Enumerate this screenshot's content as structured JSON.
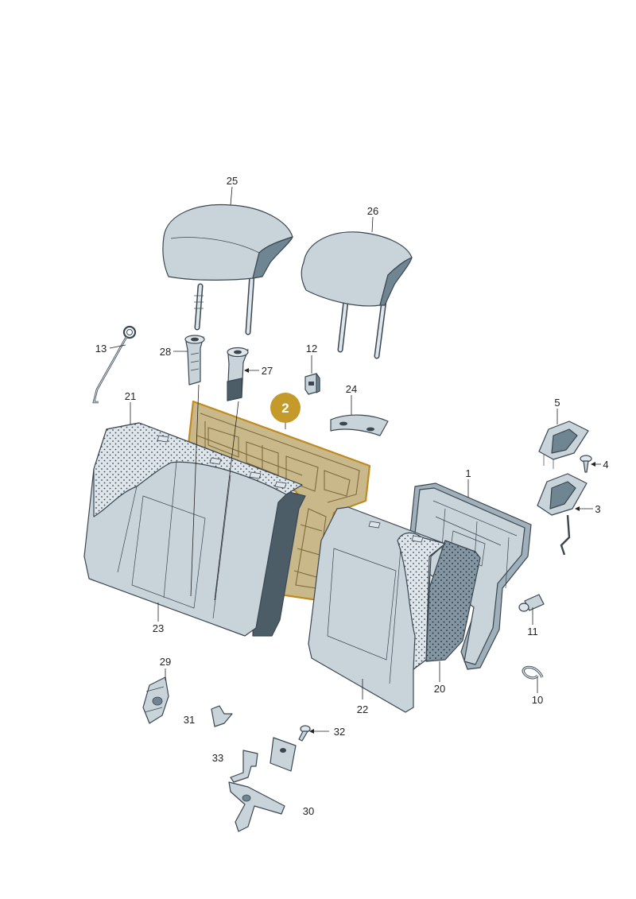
{
  "colors": {
    "part_fill": "#c9d3da",
    "part_fill_light": "#dfe6eb",
    "part_fill_dark": "#9fb0bb",
    "part_side": "#6f8592",
    "part_dark_side": "#4c5d68",
    "outline": "#3a4650",
    "highlight_fill": "#c9b88a",
    "highlight_outline": "#c08a1e",
    "badge": "#c49a2a"
  },
  "highlighted_part": {
    "number": "2"
  },
  "callouts": [
    {
      "id": "1",
      "text": "1"
    },
    {
      "id": "3",
      "text": "3"
    },
    {
      "id": "4",
      "text": "4"
    },
    {
      "id": "5",
      "text": "5"
    },
    {
      "id": "10",
      "text": "10"
    },
    {
      "id": "11",
      "text": "11"
    },
    {
      "id": "12",
      "text": "12"
    },
    {
      "id": "13",
      "text": "13"
    },
    {
      "id": "20",
      "text": "20"
    },
    {
      "id": "21",
      "text": "21"
    },
    {
      "id": "22",
      "text": "22"
    },
    {
      "id": "23",
      "text": "23"
    },
    {
      "id": "24",
      "text": "24"
    },
    {
      "id": "25",
      "text": "25"
    },
    {
      "id": "26",
      "text": "26"
    },
    {
      "id": "27",
      "text": "27"
    },
    {
      "id": "28",
      "text": "28"
    },
    {
      "id": "29",
      "text": "29"
    },
    {
      "id": "30",
      "text": "30"
    },
    {
      "id": "31",
      "text": "31"
    },
    {
      "id": "32",
      "text": "32"
    },
    {
      "id": "33",
      "text": "33"
    }
  ]
}
